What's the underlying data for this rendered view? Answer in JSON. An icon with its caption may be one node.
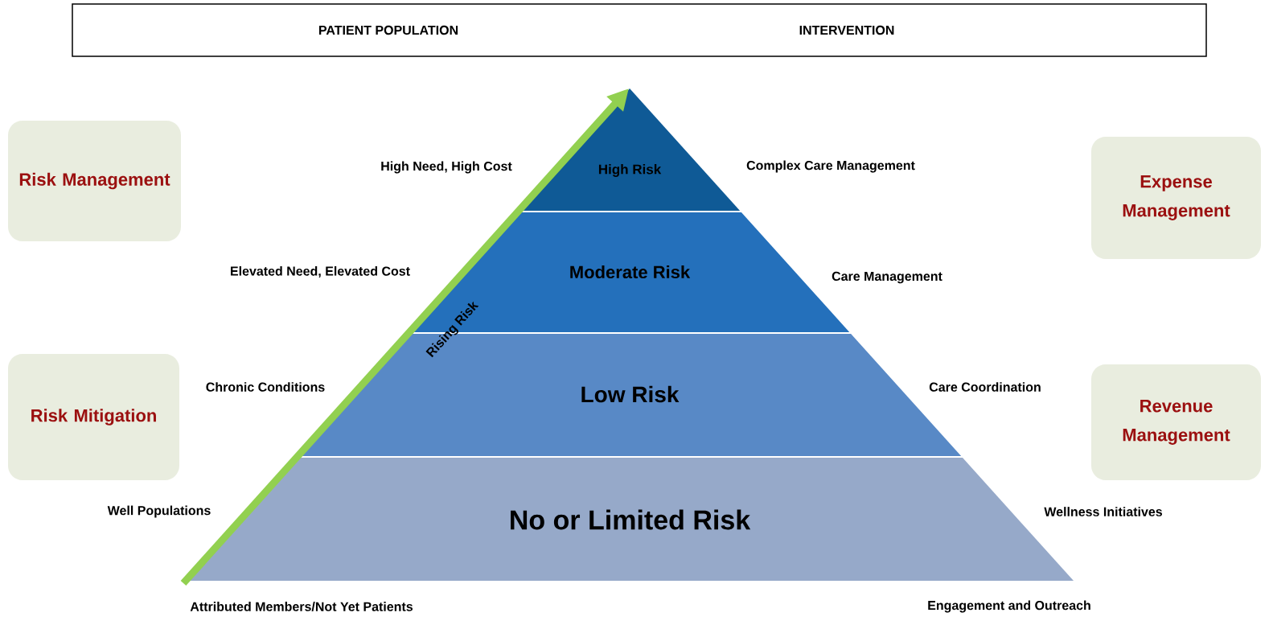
{
  "diagram": {
    "nodes": [
      {
        "text": [
          "PATIENT POPULATION",
          "INTERVENTION"
        ]
      },
      {
        "text": [
          "Risk Management"
        ]
      },
      {
        "text": [
          "Expense Management"
        ]
      },
      {
        "text": [
          "High Risk"
        ]
      },
      {
        "text": [
          "Moderate Risk"
        ]
      },
      {
        "text": [
          "Risk Mitigation"
        ]
      },
      {
        "text": [
          "Low Risk"
        ]
      },
      {
        "text": [
          "Revenue Management"
        ]
      },
      {
        "text": [
          "No or Limited Risk"
        ]
      }
    ],
    "labels": [
      "High Need, High Cost",
      "Complex Care Management",
      "Elevated Need, Elevated Cost",
      "Care Management",
      "Rising Risk",
      "Chronic Conditions",
      "Care Coordination",
      "Well Populations",
      "Wellness Initiatives",
      "Attributed Members/Not Yet Patients",
      "Engagement and Outreach"
    ]
  }
}
